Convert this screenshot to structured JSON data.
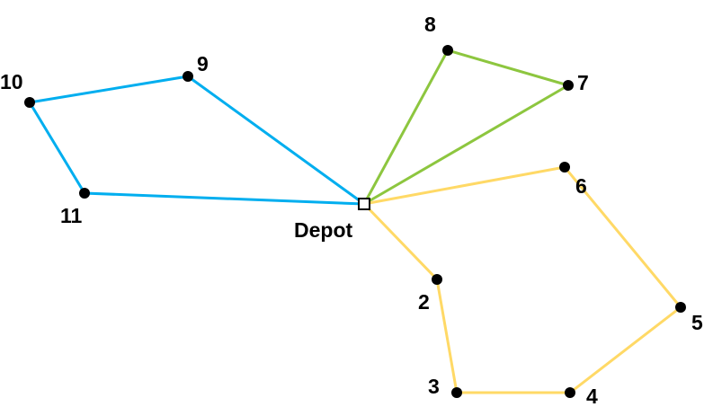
{
  "depot": {
    "label": "Depot"
  },
  "nodes": [
    {
      "id": "2",
      "label": "2"
    },
    {
      "id": "3",
      "label": "3"
    },
    {
      "id": "4",
      "label": "4"
    },
    {
      "id": "5",
      "label": "5"
    },
    {
      "id": "6",
      "label": "6"
    },
    {
      "id": "7",
      "label": "7"
    },
    {
      "id": "8",
      "label": "8"
    },
    {
      "id": "9",
      "label": "9"
    },
    {
      "id": "10",
      "label": "10"
    },
    {
      "id": "11",
      "label": "11"
    }
  ],
  "routes": [
    {
      "color": "#00aeef",
      "sequence": [
        "depot",
        "9",
        "10",
        "11",
        "depot"
      ]
    },
    {
      "color": "#8dc63f",
      "sequence": [
        "depot",
        "8",
        "7",
        "depot"
      ]
    },
    {
      "color": "#ffd966",
      "sequence": [
        "depot",
        "6",
        "5",
        "4",
        "3",
        "2",
        "depot"
      ]
    }
  ]
}
